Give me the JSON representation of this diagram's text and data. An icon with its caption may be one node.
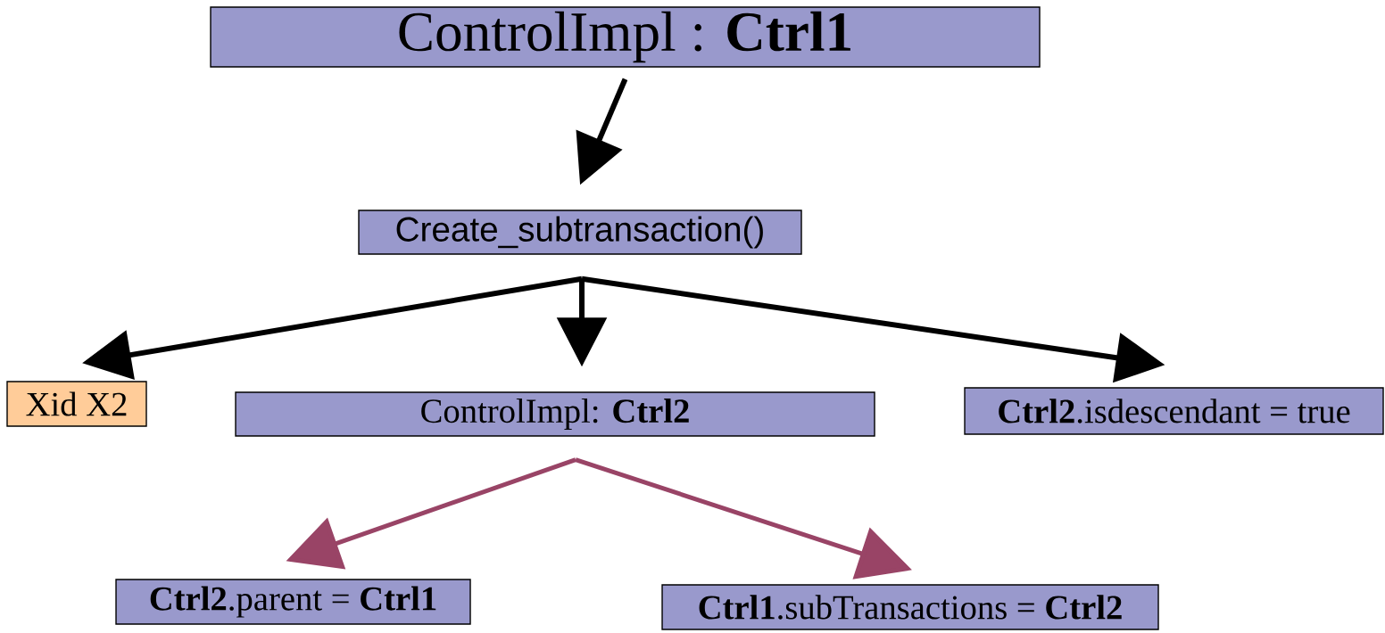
{
  "diagram": {
    "nodes": [
      {
        "text": [
          "ControlImpl : **Ctrl1**"
        ]
      },
      {
        "text": [
          "Create_subtransaction()"
        ]
      },
      {
        "text": [
          "Xid X2"
        ]
      },
      {
        "text": [
          "ControlImpl: **Ctrl2**"
        ]
      },
      {
        "text": [
          "**Ctrl2**.isdescendant = true"
        ]
      },
      {
        "text": [
          "**Ctrl2**.parent = **Ctrl1**"
        ]
      },
      {
        "text": [
          "**Ctrl1**.subTransactions = **Ctrl2**"
        ]
      }
    ],
    "edges": [
      {
        "from": 0,
        "to": 1,
        "arrow": "to"
      },
      {
        "from": 1,
        "to": 2,
        "arrow": "to"
      },
      {
        "from": 1,
        "to": 3,
        "arrow": "to"
      },
      {
        "from": 1,
        "to": 4,
        "arrow": "to"
      },
      {
        "from": 3,
        "to": 5,
        "arrow": "to",
        "color": "#994466"
      },
      {
        "from": 3,
        "to": 6,
        "arrow": "to",
        "color": "#994466"
      }
    ]
  }
}
